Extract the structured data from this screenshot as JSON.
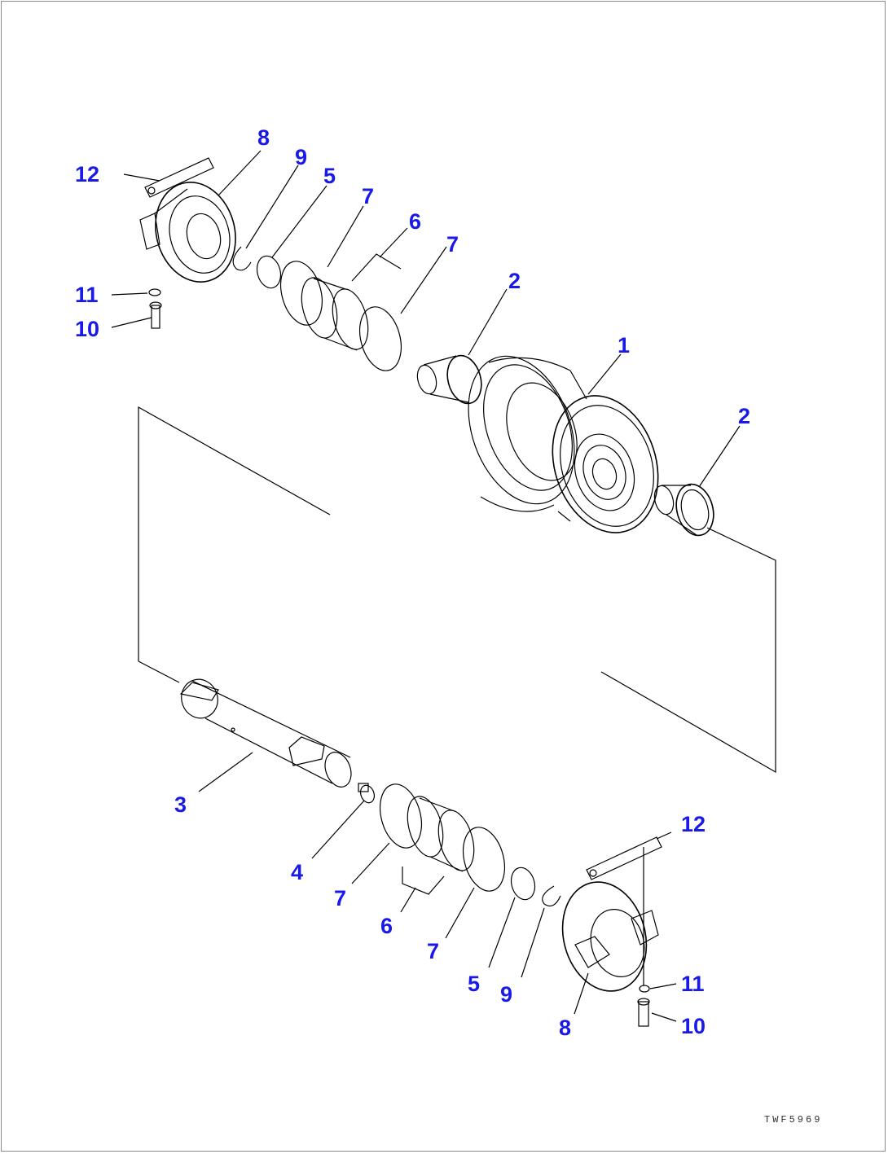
{
  "callouts": [
    "1",
    "2",
    "3",
    "4",
    "5",
    "6",
    "7",
    "8",
    "9",
    "10",
    "11",
    "12"
  ],
  "drawing_code": "TWF5969"
}
